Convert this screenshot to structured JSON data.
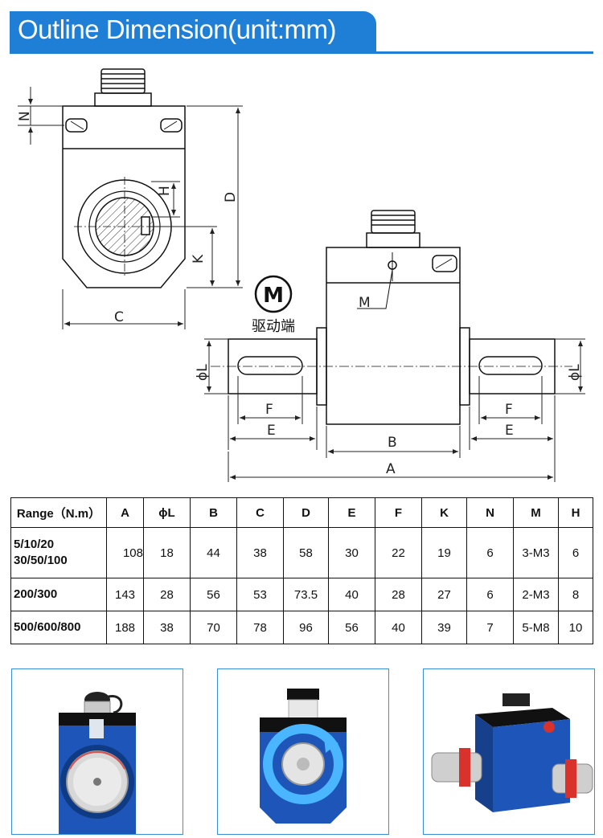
{
  "header": {
    "title": "Outline Dimension(unit:mm)",
    "accent_color": "#1f7fd6"
  },
  "drawing": {
    "labels": {
      "N": "N",
      "H": "H",
      "D": "D",
      "K": "K",
      "C": "C",
      "M": "M",
      "L_side": "ϕL",
      "L_right": "ϕL",
      "F_left": "F",
      "E_left": "E",
      "F_right": "F",
      "E_right": "E",
      "B": "B",
      "A": "A"
    },
    "drive_end": {
      "badge": "M",
      "caption": "驱动端"
    }
  },
  "table": {
    "headers": [
      "Range（N.m）",
      "A",
      "ϕL",
      "B",
      "C",
      "D",
      "E",
      "F",
      "K",
      "N",
      "M",
      "H"
    ],
    "rows": [
      {
        "range_line1": "5/10/20",
        "range_line2": "30/50/100",
        "cells": [
          "108",
          "18",
          "44",
          "38",
          "58",
          "30",
          "22",
          "19",
          "6",
          "3-M3",
          "6"
        ]
      },
      {
        "range_line1": "200/300",
        "range_line2": "",
        "cells": [
          "143",
          "28",
          "56",
          "53",
          "73.5",
          "40",
          "28",
          "27",
          "6",
          "2-M3",
          "8"
        ]
      },
      {
        "range_line1": "500/600/800",
        "range_line2": "",
        "cells": [
          "188",
          "38",
          "70",
          "78",
          "96",
          "56",
          "40",
          "39",
          "7",
          "5-M8",
          "10"
        ]
      }
    ]
  },
  "photos": {
    "body_color": "#1d56b8",
    "items": [
      {
        "name": "front-view"
      },
      {
        "name": "rotation-view"
      },
      {
        "name": "perspective-view"
      }
    ]
  }
}
